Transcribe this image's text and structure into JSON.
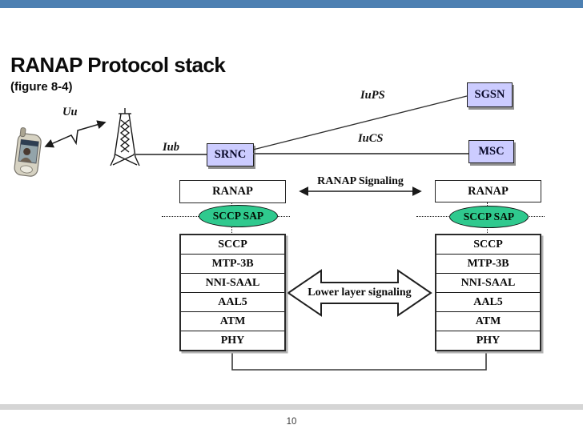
{
  "slide": {
    "title": "RANAP Protocol stack",
    "subtitle": "(figure 8-4)",
    "page_number": "10"
  },
  "colors": {
    "accent_bar": "#4d80b2",
    "node_fill": "#ccccff",
    "sap_fill": "#2fc98e",
    "footer_bar": "#d5d5d5"
  },
  "network": {
    "uu_label": "Uu",
    "iub_label": "Iub",
    "iups_label": "IuPS",
    "iucs_label": "IuCS",
    "srnc_label": "SRNC",
    "sgsn_label": "SGSN",
    "msc_label": "MSC",
    "phone_icon": "mobile-phone-icon",
    "tower_icon": "radio-tower-icon"
  },
  "stacks": {
    "left": {
      "top_layer": "RANAP",
      "sap_label": "SCCP SAP",
      "layers": [
        "SCCP",
        "MTP-3B",
        "NNI-SAAL",
        "AAL5",
        "ATM",
        "PHY"
      ]
    },
    "right": {
      "top_layer": "RANAP",
      "sap_label": "SCCP SAP",
      "layers": [
        "SCCP",
        "MTP-3B",
        "NNI-SAAL",
        "AAL5",
        "ATM",
        "PHY"
      ]
    }
  },
  "annotations": {
    "ranap_signaling": "RANAP Signaling",
    "lower_layer_signaling": "Lower layer signaling"
  }
}
